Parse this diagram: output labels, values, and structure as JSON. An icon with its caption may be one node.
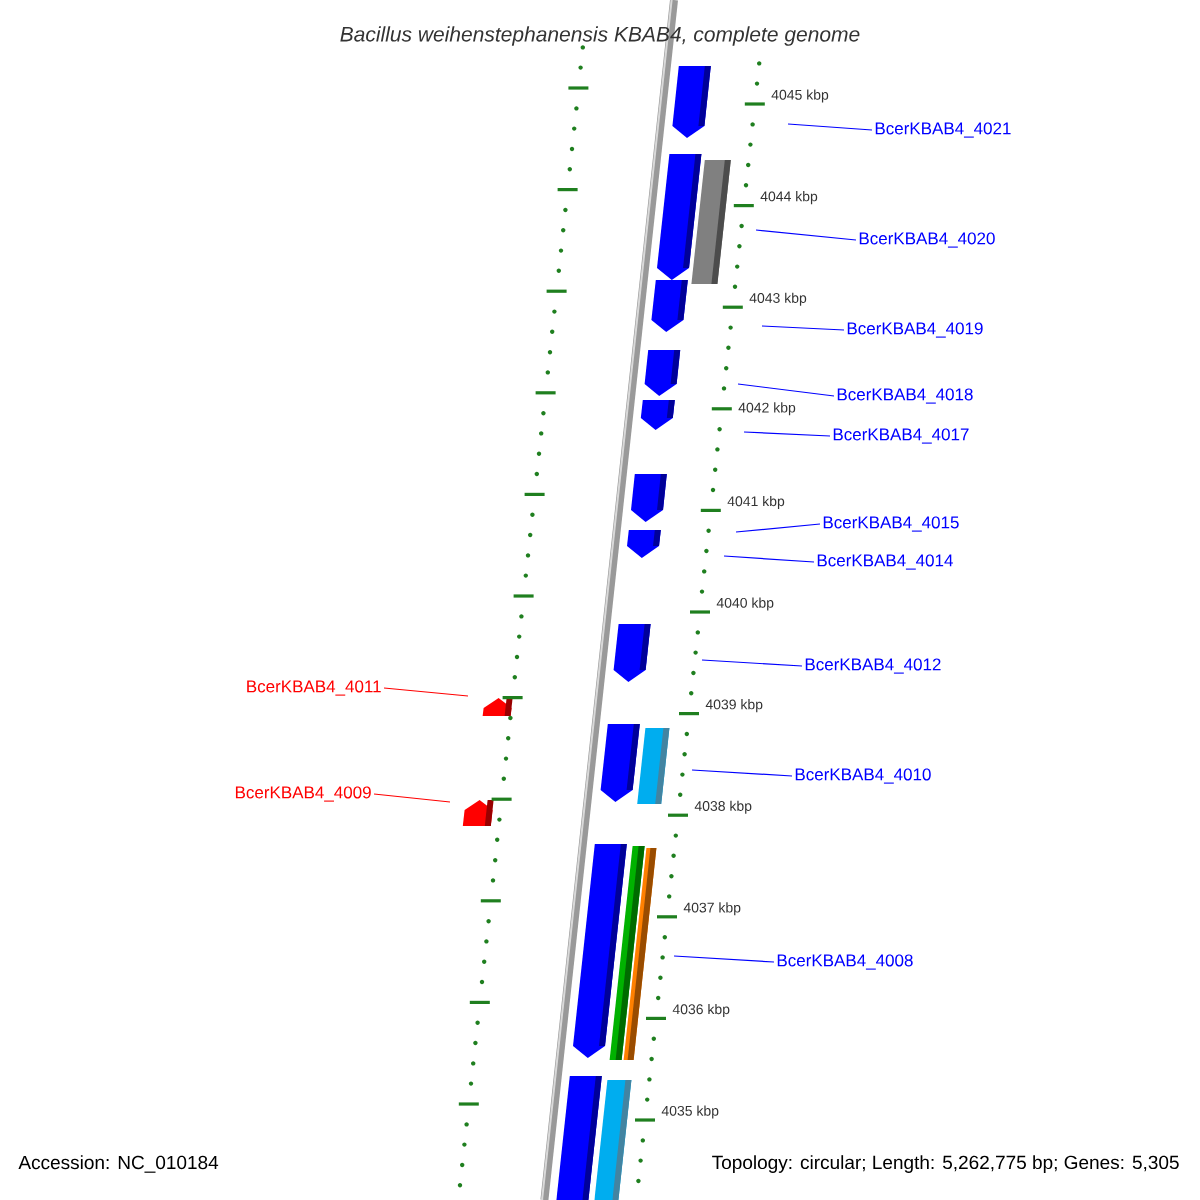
{
  "diagram": {
    "title": "Bacillus weihenstephanensis KBAB4, complete genome",
    "nodes": [
      {
        "text": [
          "BcerKBAB4_4021"
        ]
      },
      {
        "text": [
          "BcerKBAB4_4020"
        ]
      },
      {
        "text": [
          "BcerKBAB4_4019"
        ]
      },
      {
        "text": [
          "BcerKBAB4_4018"
        ]
      },
      {
        "text": [
          "BcerKBAB4_4017"
        ]
      },
      {
        "text": [
          "BcerKBAB4_4015"
        ]
      },
      {
        "text": [
          "BcerKBAB4_4014"
        ]
      },
      {
        "text": [
          "BcerKBAB4_4012"
        ]
      },
      {
        "text": [
          "BcerKBAB4_4011"
        ]
      },
      {
        "text": [
          "BcerKBAB4_4010"
        ]
      },
      {
        "text": [
          "BcerKBAB4_4009"
        ]
      },
      {
        "text": [
          "BcerKBAB4_4008"
        ]
      }
    ],
    "edges": [
      {
        "from": 0,
        "to": null,
        "arrow": "none"
      },
      {
        "from": 1,
        "to": null,
        "arrow": "none"
      },
      {
        "from": 2,
        "to": null,
        "arrow": "none"
      },
      {
        "from": 3,
        "to": null,
        "arrow": "none"
      },
      {
        "from": 4,
        "to": null,
        "arrow": "none"
      },
      {
        "from": 5,
        "to": null,
        "arrow": "none"
      },
      {
        "from": 6,
        "to": null,
        "arrow": "none"
      },
      {
        "from": 7,
        "to": null,
        "arrow": "none"
      },
      {
        "from": 8,
        "to": null,
        "arrow": "none",
        "color": "#ff0000"
      },
      {
        "from": 9,
        "to": null,
        "arrow": "none"
      },
      {
        "from": 10,
        "to": null,
        "arrow": "none",
        "color": "#ff0000"
      },
      {
        "from": 11,
        "to": null,
        "arrow": "none"
      }
    ],
    "labels": [
      "4045 kbp",
      "4044 kbp",
      "4043 kbp",
      "4042 kbp",
      "4041 kbp",
      "4040 kbp",
      "4039 kbp",
      "4038 kbp",
      "4037 kbp",
      "4036 kbp",
      "4035 kbp",
      "Accession: NC_010184",
      "Topology: circular; Length: 5,262,775 bp; Genes: 5,305"
    ]
  }
}
